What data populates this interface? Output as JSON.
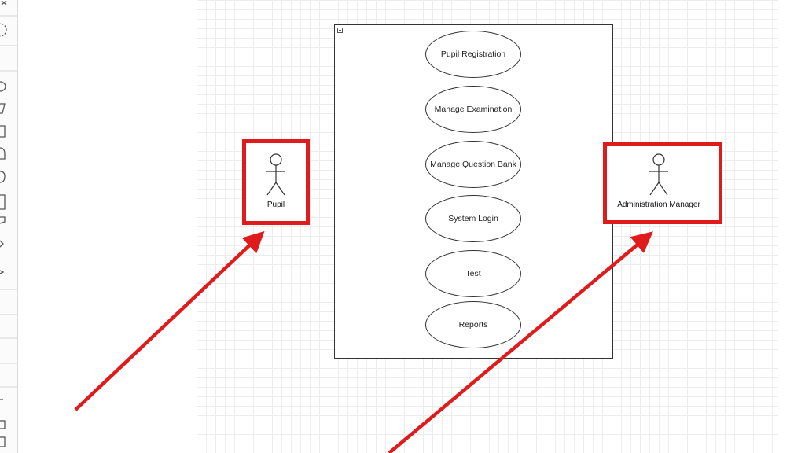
{
  "diagram": {
    "use_cases": [
      "Pupil Registration",
      "Manage Examination",
      "Manage Question Bank",
      "System Login",
      "Test",
      "Reports"
    ],
    "actors": {
      "pupil": "Pupil",
      "admin": "Administration Manager"
    }
  },
  "colors": {
    "highlight": "#e01b1b",
    "stroke": "#333333",
    "grid": "#ececec"
  }
}
